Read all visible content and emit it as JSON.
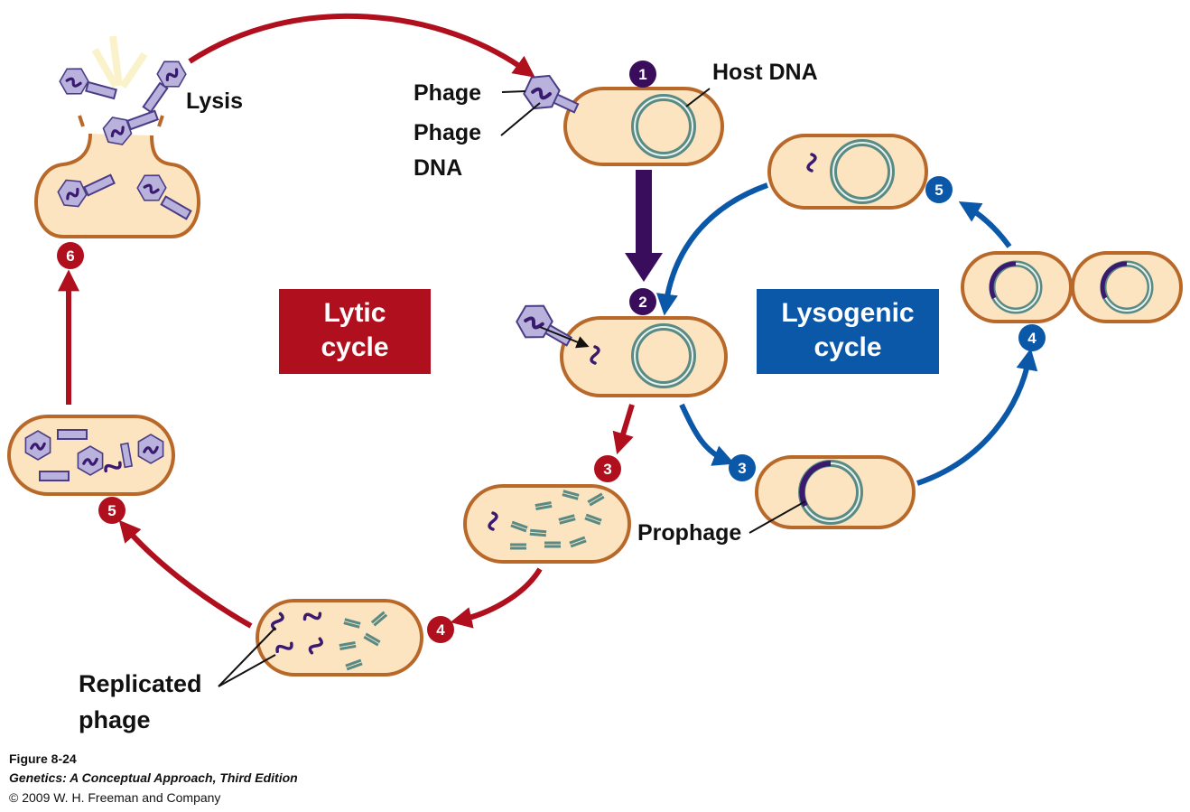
{
  "labels": {
    "host_dna": "Host DNA",
    "phage": "Phage",
    "phage_dna_line1": "Phage",
    "phage_dna_line2": "DNA",
    "lysis": "Lysis",
    "prophage": "Prophage",
    "replicated_line1": "Replicated",
    "replicated_line2": "phage"
  },
  "cycles": {
    "lytic_line1": "Lytic",
    "lytic_line2": "cycle",
    "lysogenic_line1": "Lysogenic",
    "lysogenic_line2": "cycle"
  },
  "steps": {
    "shared_1": "1",
    "shared_2": "2",
    "lytic_3": "3",
    "lytic_4": "4",
    "lytic_5": "5",
    "lytic_6": "6",
    "lyso_3": "3",
    "lyso_4": "4",
    "lyso_5": "5"
  },
  "caption": {
    "figure": "Figure 8-24",
    "book": "Genetics: A Conceptual Approach, Third Edition",
    "copyright": "© 2009 W. H. Freeman and Company"
  },
  "colors": {
    "lytic": "#b0101e",
    "lysogenic": "#0b57a8",
    "shared": "#3a0c5c",
    "cell_fill": "#fce4c0",
    "cell_border": "#b8692a",
    "phage_fill": "#b8b2dc",
    "phage_dna": "#3a1a6e",
    "host_dna": "#5a8a84"
  }
}
